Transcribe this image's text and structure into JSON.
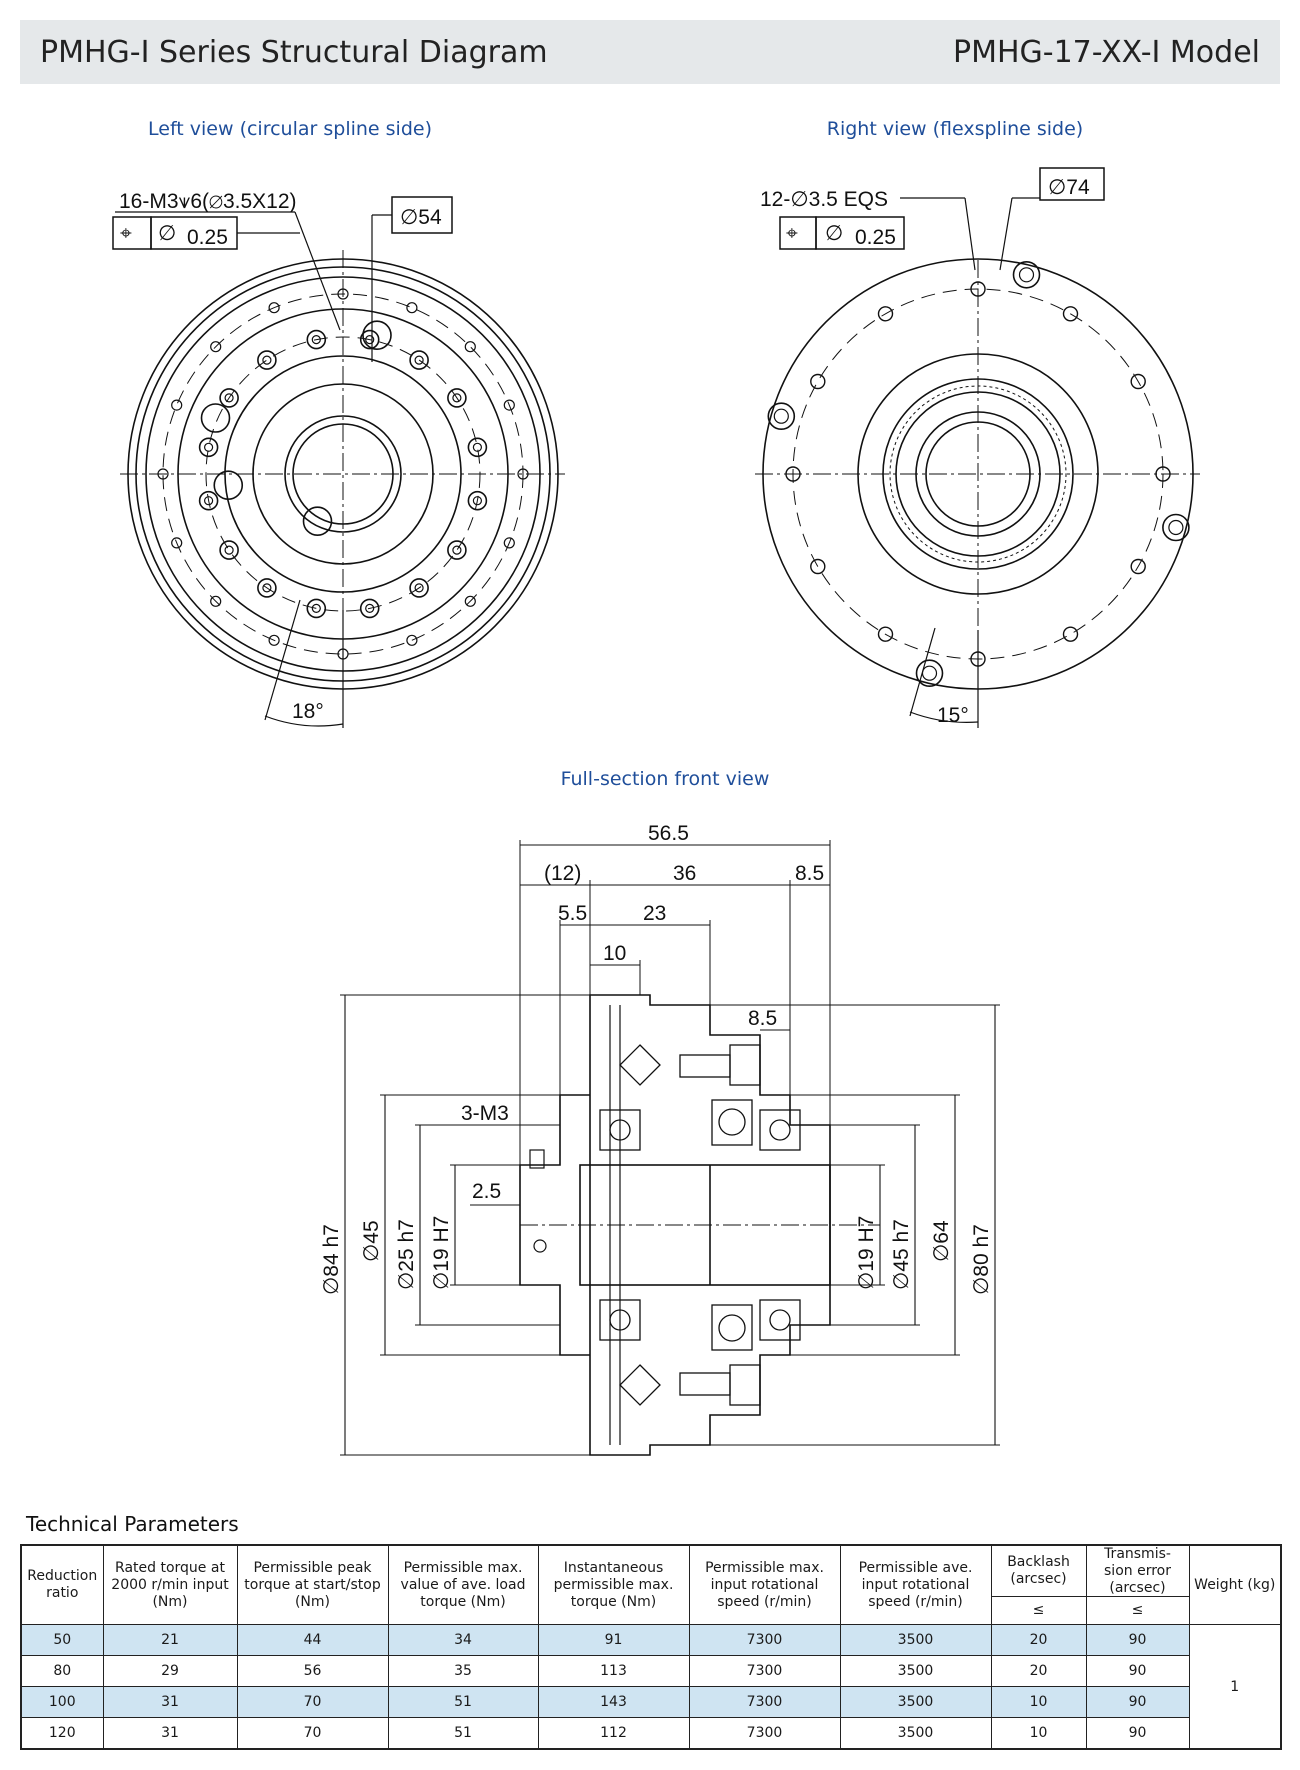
{
  "header": {
    "title": "PMHG-I Series Structural Diagram",
    "model": "PMHG-17-XX-I Model"
  },
  "views": {
    "left_caption": "Left view (circular spline side)",
    "right_caption": "Right view (flexspline side)",
    "front_caption": "Full-section front view"
  },
  "left_view": {
    "callout_holes": "16-M3⩛6(∅3.5X12)",
    "tol_symbol": "⌖",
    "tol_diameter": "∅",
    "tol_value": "0.25",
    "dia_54": "∅54",
    "angle": "18°"
  },
  "right_view": {
    "callout_holes": "12-∅3.5 EQS",
    "tol_symbol": "⌖",
    "tol_diameter": "∅",
    "tol_value": "0.25",
    "dia_74": "∅74",
    "angle": "15°"
  },
  "front_view": {
    "d_56_5": "56.5",
    "d_12": "(12)",
    "d_36": "36",
    "d_8_5_top": "8.5",
    "d_5_5": "5.5",
    "d_23": "23",
    "d_10": "10",
    "d_8_5_mid": "8.5",
    "d_3m3": "3-M3",
    "d_2_5": "2.5",
    "v_84h7": "∅84 h7",
    "v_45": "∅45",
    "v_25h7": "∅25 h7",
    "v_19H7_l": "∅19 H7",
    "v_19H7_r": "∅19 H7",
    "v_45h7": "∅45 h7",
    "v_64": "∅64",
    "v_80h7": "∅80 h7"
  },
  "params": {
    "title": "Technical Parameters",
    "headers": {
      "ratio": "Reduction ratio",
      "rated": "Rated torque at 2000 r/min input (Nm)",
      "peak": "Permissible peak torque at start/stop (Nm)",
      "ave": "Permissible max. value of ave. load torque (Nm)",
      "inst": "Instantaneous permissible max. torque (Nm)",
      "maxspeed": "Permissible max. input rotational speed (r/min)",
      "avespeed": "Permissible ave. input rotational speed (r/min)",
      "backlash": "Backlash (arcsec)",
      "trans": "Transmis- sion error (arcsec)",
      "weight": "Weight (kg)",
      "le1": "≤",
      "le2": "≤"
    },
    "rows": [
      [
        "50",
        "21",
        "44",
        "34",
        "91",
        "7300",
        "3500",
        "20",
        "90"
      ],
      [
        "80",
        "29",
        "56",
        "35",
        "113",
        "7300",
        "3500",
        "20",
        "90"
      ],
      [
        "100",
        "31",
        "70",
        "51",
        "143",
        "7300",
        "3500",
        "10",
        "90"
      ],
      [
        "120",
        "31",
        "70",
        "51",
        "112",
        "7300",
        "3500",
        "10",
        "90"
      ]
    ],
    "weight": "1"
  }
}
